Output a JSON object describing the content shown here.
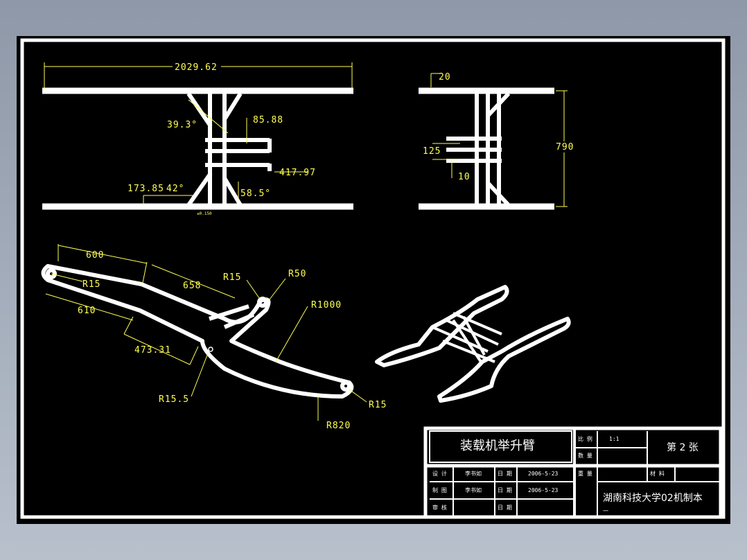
{
  "drawing": {
    "dimensions_top_view": {
      "overall_length": "2029.62",
      "angle_1": "39.3°",
      "offset_1": "85.88",
      "length_2": "417.97",
      "length_3": "173.85",
      "angle_2": "42°",
      "angle_3": "58.5°",
      "note": "≤0.150"
    },
    "dimensions_side_view": {
      "top_offset": "20",
      "spacing": "125",
      "small": "10",
      "height": "790"
    },
    "dimensions_arm": {
      "len_600": "600",
      "len_658": "658",
      "r15_left": "R15",
      "len_610": "610",
      "len_473": "473.31",
      "r15_top": "R15",
      "r50": "R50",
      "r1000": "R1000",
      "r15_5": "R15.5",
      "r15_right": "R15",
      "r820": "R820"
    }
  },
  "title_block": {
    "title": "装载机举升臂",
    "scale_label": "比 例",
    "scale_value": "1:1",
    "quantity_label": "数 量",
    "sheet": "第 2 张",
    "weight_label": "重 量",
    "material_label": "材 料",
    "design_label": "设 计",
    "drawn_label": "制 图",
    "check_label": "审 核",
    "designer": "李书如",
    "drafter": "李书如",
    "date_label": "日 期",
    "date_1": "2006-5-23",
    "date_2": "2006-5-23",
    "school": "湖南科技大学02机制本",
    "school_line2": "一"
  },
  "colors": {
    "background": "#000000",
    "geometry": "#ffffff",
    "dimension": "#ffff55",
    "frame": "#8e98a8"
  }
}
